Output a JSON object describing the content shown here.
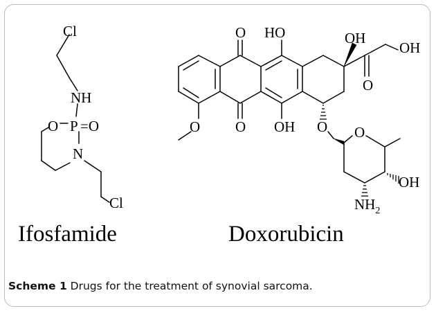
{
  "atoms": {
    "cl": "Cl",
    "nh": "NH",
    "o": "O",
    "p": "P",
    "eq_o": "=O",
    "n": "N",
    "ho": "HO",
    "oh": "OH",
    "nh2_main": "NH",
    "nh2_sub": "2"
  },
  "drugs": {
    "ifosfamide": "Ifosfamide",
    "doxorubicin": "Doxorubicin"
  },
  "caption": {
    "label": "Scheme 1",
    "text": " Drugs for the treatment of synovial sarcoma."
  }
}
